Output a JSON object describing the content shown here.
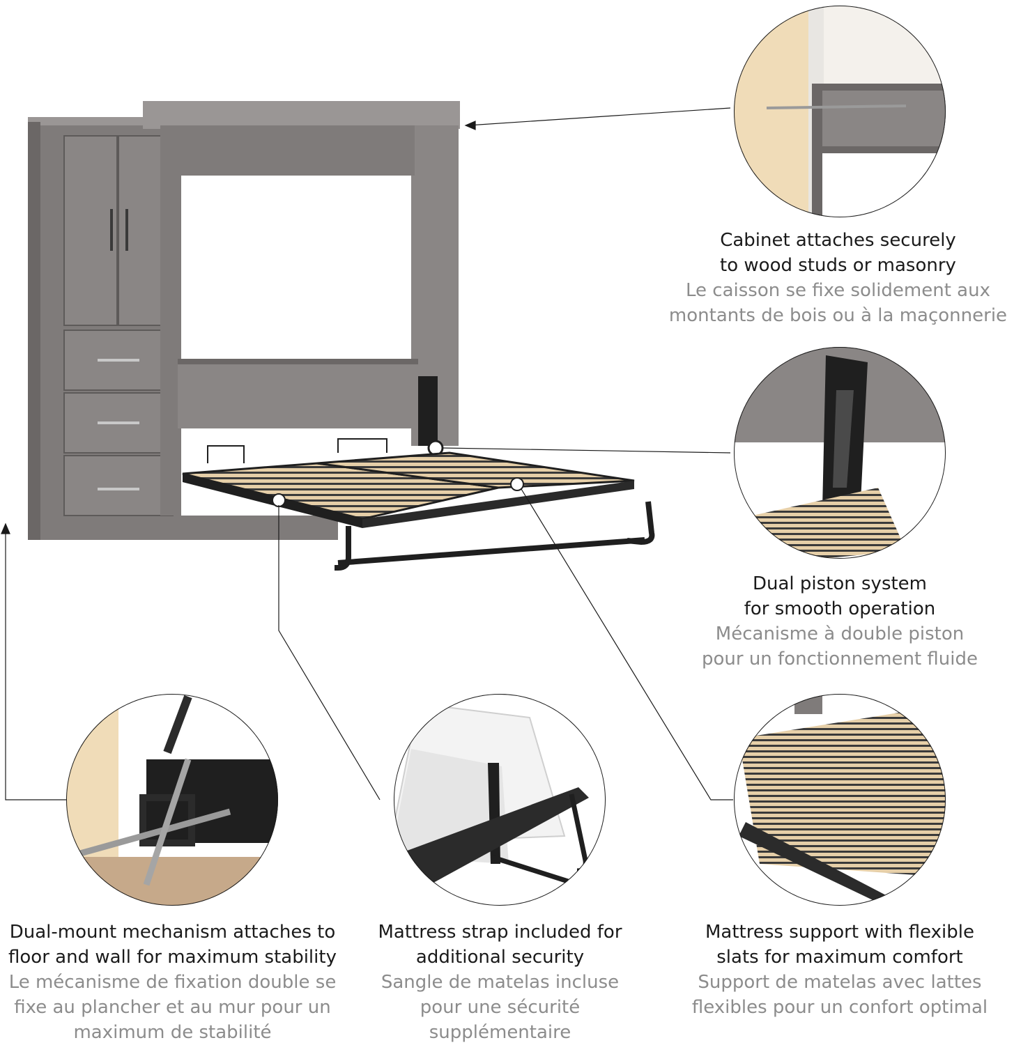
{
  "colors": {
    "wood_grey": "#7f7b7a",
    "wood_grey_light": "#9a9695",
    "wood_grey_dark": "#5d5a59",
    "slat_wood": "#e6cfa8",
    "metal_black": "#1f1f1f",
    "stud_wood": "#f0dcb8",
    "text_primary": "#1a1a1a",
    "text_secondary": "#8c8c8c"
  },
  "features": {
    "cabinet_attach": {
      "en": "Cabinet attaches securely to wood studs or masonry",
      "fr": "Le caisson se fixe solidement aux montants de bois ou à la maçonnerie"
    },
    "dual_piston": {
      "en": "Dual piston system for smooth operation",
      "fr": "Mécanisme à double piston pour un fonctionnement fluide"
    },
    "dual_mount": {
      "en": "Dual-mount mechanism attaches to floor and wall for maximum stability",
      "fr": "Le mécanisme de fixation double se fixe au plancher et au mur pour un maximum de stabilité"
    },
    "mattress_strap": {
      "en": "Mattress strap included for additional security",
      "fr": "Sangle de matelas incluse pour une sécurité supplémentaire"
    },
    "flexible_slats": {
      "en": "Mattress support with flexible slats for maximum comfort",
      "fr": "Support de matelas avec lattes flexibles pour un confort optimal"
    }
  }
}
